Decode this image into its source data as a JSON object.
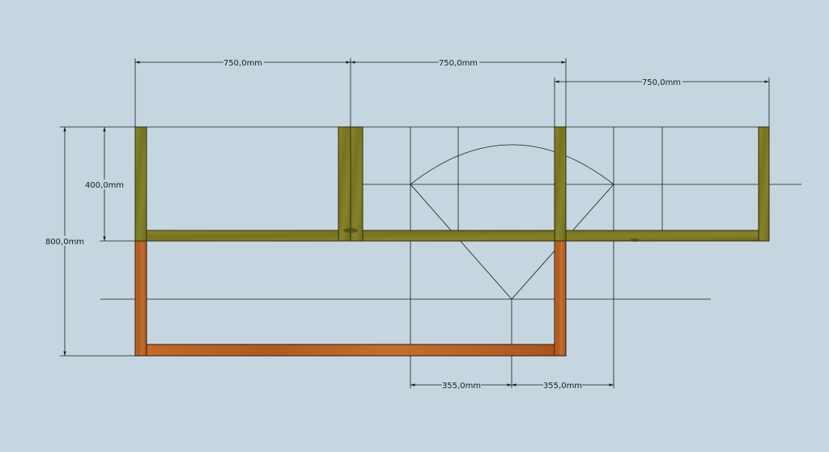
{
  "colors": {
    "background": "#c6d6e0",
    "upper_frame": "#7d7a26",
    "lower_frame": "#b8652a",
    "line": "#1a1a1a"
  },
  "dimensions": {
    "top_left": "750,0mm",
    "top_middle": "750,0mm",
    "top_right": "750,0mm",
    "height_upper": "400,0mm",
    "height_total": "800,0mm",
    "bottom_left": "355,0mm",
    "bottom_right": "355,0mm"
  }
}
